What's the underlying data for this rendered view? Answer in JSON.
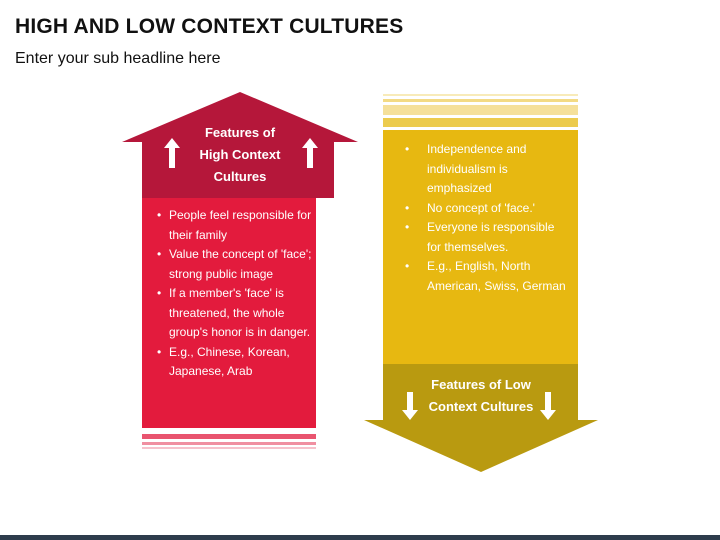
{
  "title": "HIGH AND LOW CONTEXT CULTURES",
  "subtitle": "Enter your sub headline here",
  "high_context": {
    "heading": "Features of High Context Cultures",
    "items": [
      "People feel responsible for their family",
      "Value the concept of 'face'; strong public image",
      "If a member's 'face' is threatened, the whole group's honor is in danger.",
      "E.g., Chinese, Korean, Japanese, Arab"
    ],
    "colors": {
      "head": "#b5173a",
      "body": "#e31b3d"
    }
  },
  "low_context": {
    "heading": "Features of Low Context Cultures",
    "items": [
      "Independence and individualism is emphasized",
      "No concept of 'face.'",
      "Everyone is responsible for themselves.",
      "E.g., English, North American, Swiss, German"
    ],
    "colors": {
      "head": "#b99a10",
      "body": "#e7b811"
    }
  },
  "icons": {
    "up": "arrow-up-icon",
    "down": "arrow-down-icon"
  }
}
